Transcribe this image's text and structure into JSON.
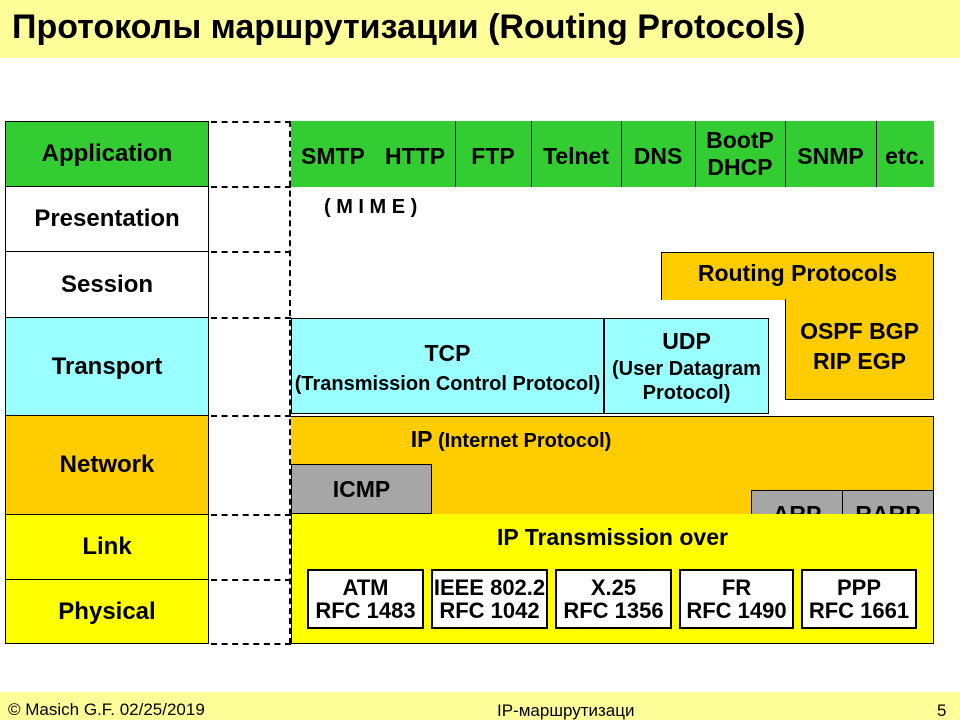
{
  "title": "Протоколы маршрутизации (Routing Protocols)",
  "layers": [
    "Application",
    "Presentation",
    "Session",
    "Transport",
    "Network",
    "Link",
    "Physical"
  ],
  "application_protocols": [
    "SMTP",
    "HTTP",
    "FTP",
    "Telnet",
    "DNS",
    "BootP",
    "DHCP",
    "SNMP",
    "etc."
  ],
  "mime": "( M I M E )",
  "routing": {
    "title": "Routing Protocols",
    "line1": "OSPF BGP",
    "line2": "RIP EGP"
  },
  "tcp": {
    "name": "TCP",
    "desc": "(Transmission Control Protocol)"
  },
  "udp": {
    "name": "UDP",
    "desc1": "(User Datagram",
    "desc2": "Protocol)"
  },
  "ip": {
    "name": "IP",
    "desc": " (Internet Protocol)"
  },
  "icmp": "ICMP",
  "arp": "ARP",
  "rarp": "RARP",
  "ip_transmission": "IP Transmission over",
  "media": [
    {
      "name": "ATM",
      "rfc": "RFC 1483"
    },
    {
      "name": "IEEE 802.2",
      "rfc": "RFC 1042"
    },
    {
      "name": "X.25",
      "rfc": "RFC 1356"
    },
    {
      "name": "FR",
      "rfc": "RFC 1490"
    },
    {
      "name": "PPP",
      "rfc": "RFC 1661"
    }
  ],
  "footer": {
    "left": "© Masich G.F. 02/25/2019",
    "center": "IP-маршрутизаци",
    "page": "5"
  },
  "colors": {
    "application": "#33cc33",
    "transport": "#99ffff",
    "network": "#ffcc00",
    "link": "#ffff00",
    "gray": "#a6a6a6",
    "title_band": "#ffff99"
  }
}
